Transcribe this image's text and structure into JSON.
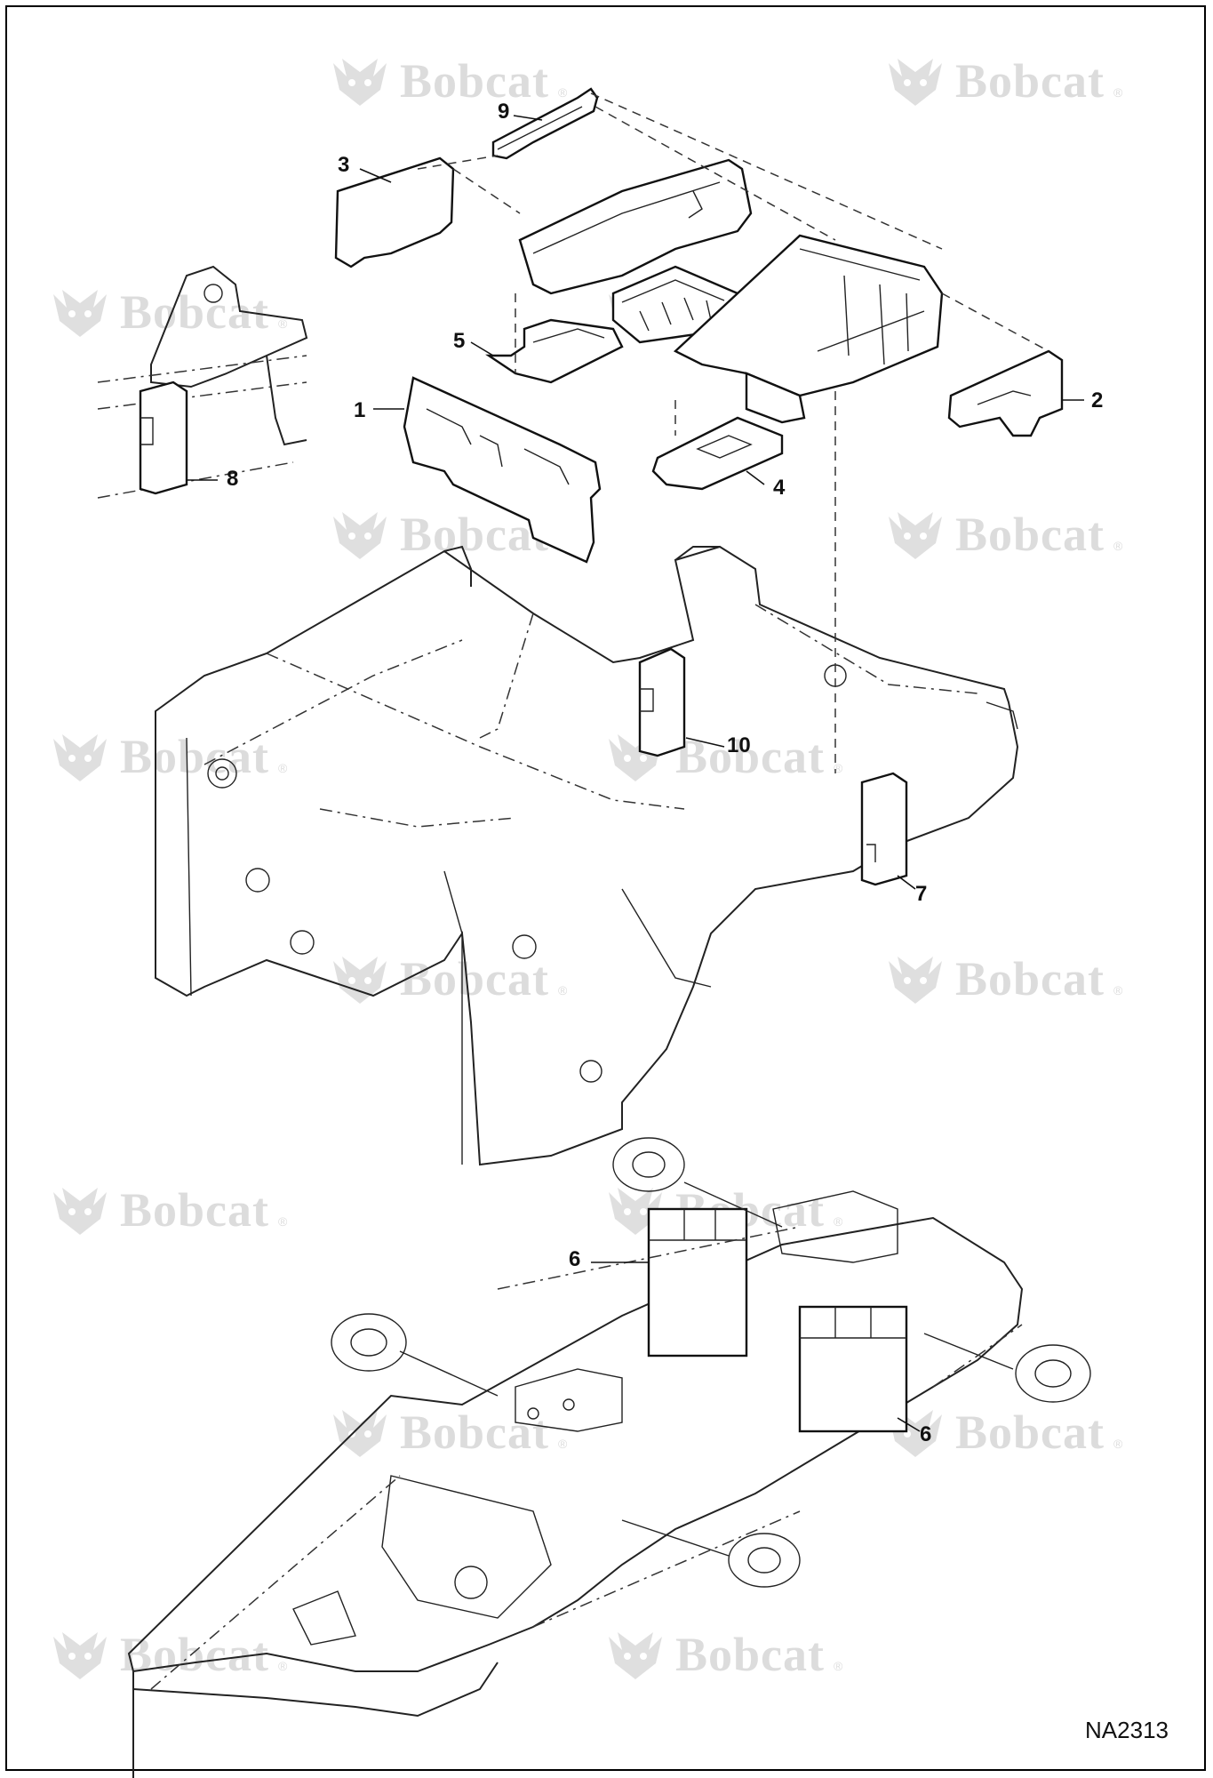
{
  "watermark": {
    "brand": "Bobcat",
    "registered": "®"
  },
  "callouts": [
    {
      "id": "c9",
      "label": "9"
    },
    {
      "id": "c3",
      "label": "3"
    },
    {
      "id": "c5",
      "label": "5"
    },
    {
      "id": "c1",
      "label": "1"
    },
    {
      "id": "c8",
      "label": "8"
    },
    {
      "id": "c2",
      "label": "2"
    },
    {
      "id": "c4",
      "label": "4"
    },
    {
      "id": "c10",
      "label": "10"
    },
    {
      "id": "c7",
      "label": "7"
    },
    {
      "id": "c6a",
      "label": "6"
    },
    {
      "id": "c6b",
      "label": "6"
    }
  ],
  "drawing_id": "NA2313",
  "colors": {
    "line": "#222222",
    "watermark": "#d9d9d9",
    "background": "#ffffff"
  }
}
